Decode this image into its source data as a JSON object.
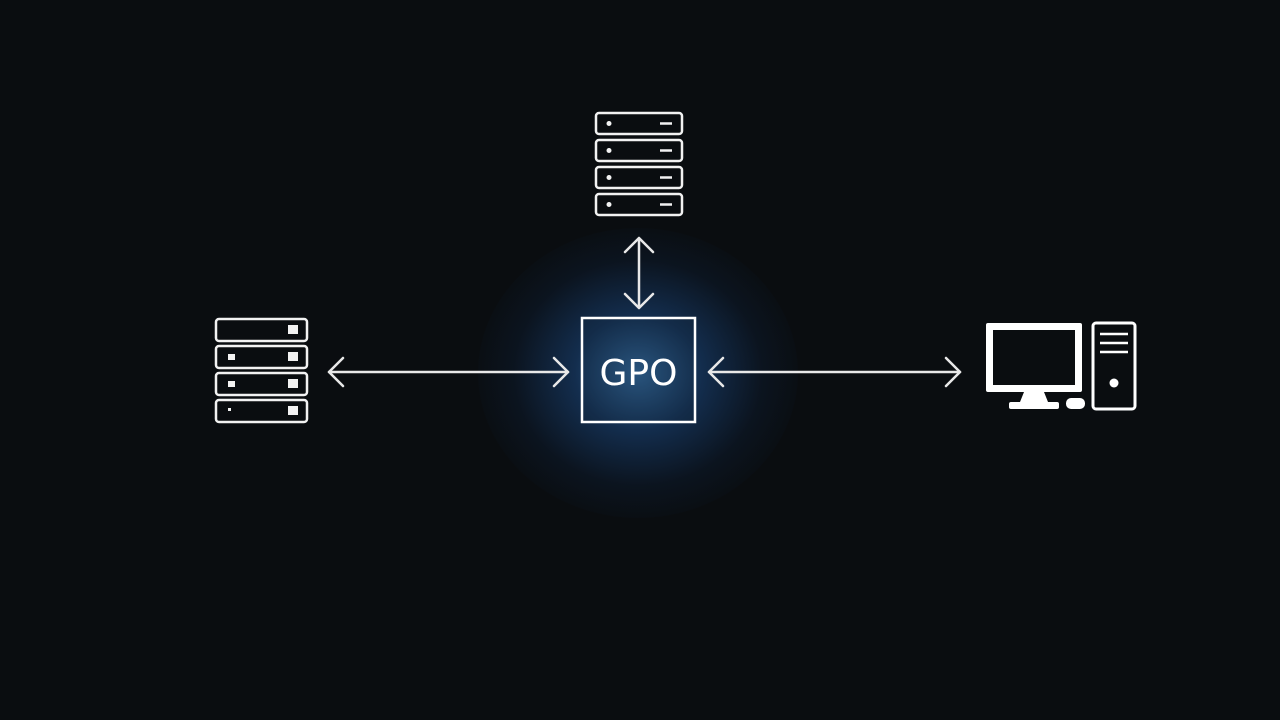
{
  "diagram": {
    "center_node": {
      "label": "GPO"
    },
    "nodes": [
      {
        "id": "top-server",
        "icon": "server-rack-icon"
      },
      {
        "id": "left-server",
        "icon": "server-rack-icon"
      },
      {
        "id": "right-computer",
        "icon": "desktop-computer-icon"
      }
    ],
    "edges": [
      {
        "from": "top-server",
        "to": "GPO",
        "direction": "bidirectional"
      },
      {
        "from": "left-server",
        "to": "GPO",
        "direction": "bidirectional"
      },
      {
        "from": "GPO",
        "to": "right-computer",
        "direction": "bidirectional"
      }
    ],
    "colors": {
      "background": "#0a0d10",
      "stroke": "#ffffff",
      "glow": "#50aaff"
    }
  }
}
